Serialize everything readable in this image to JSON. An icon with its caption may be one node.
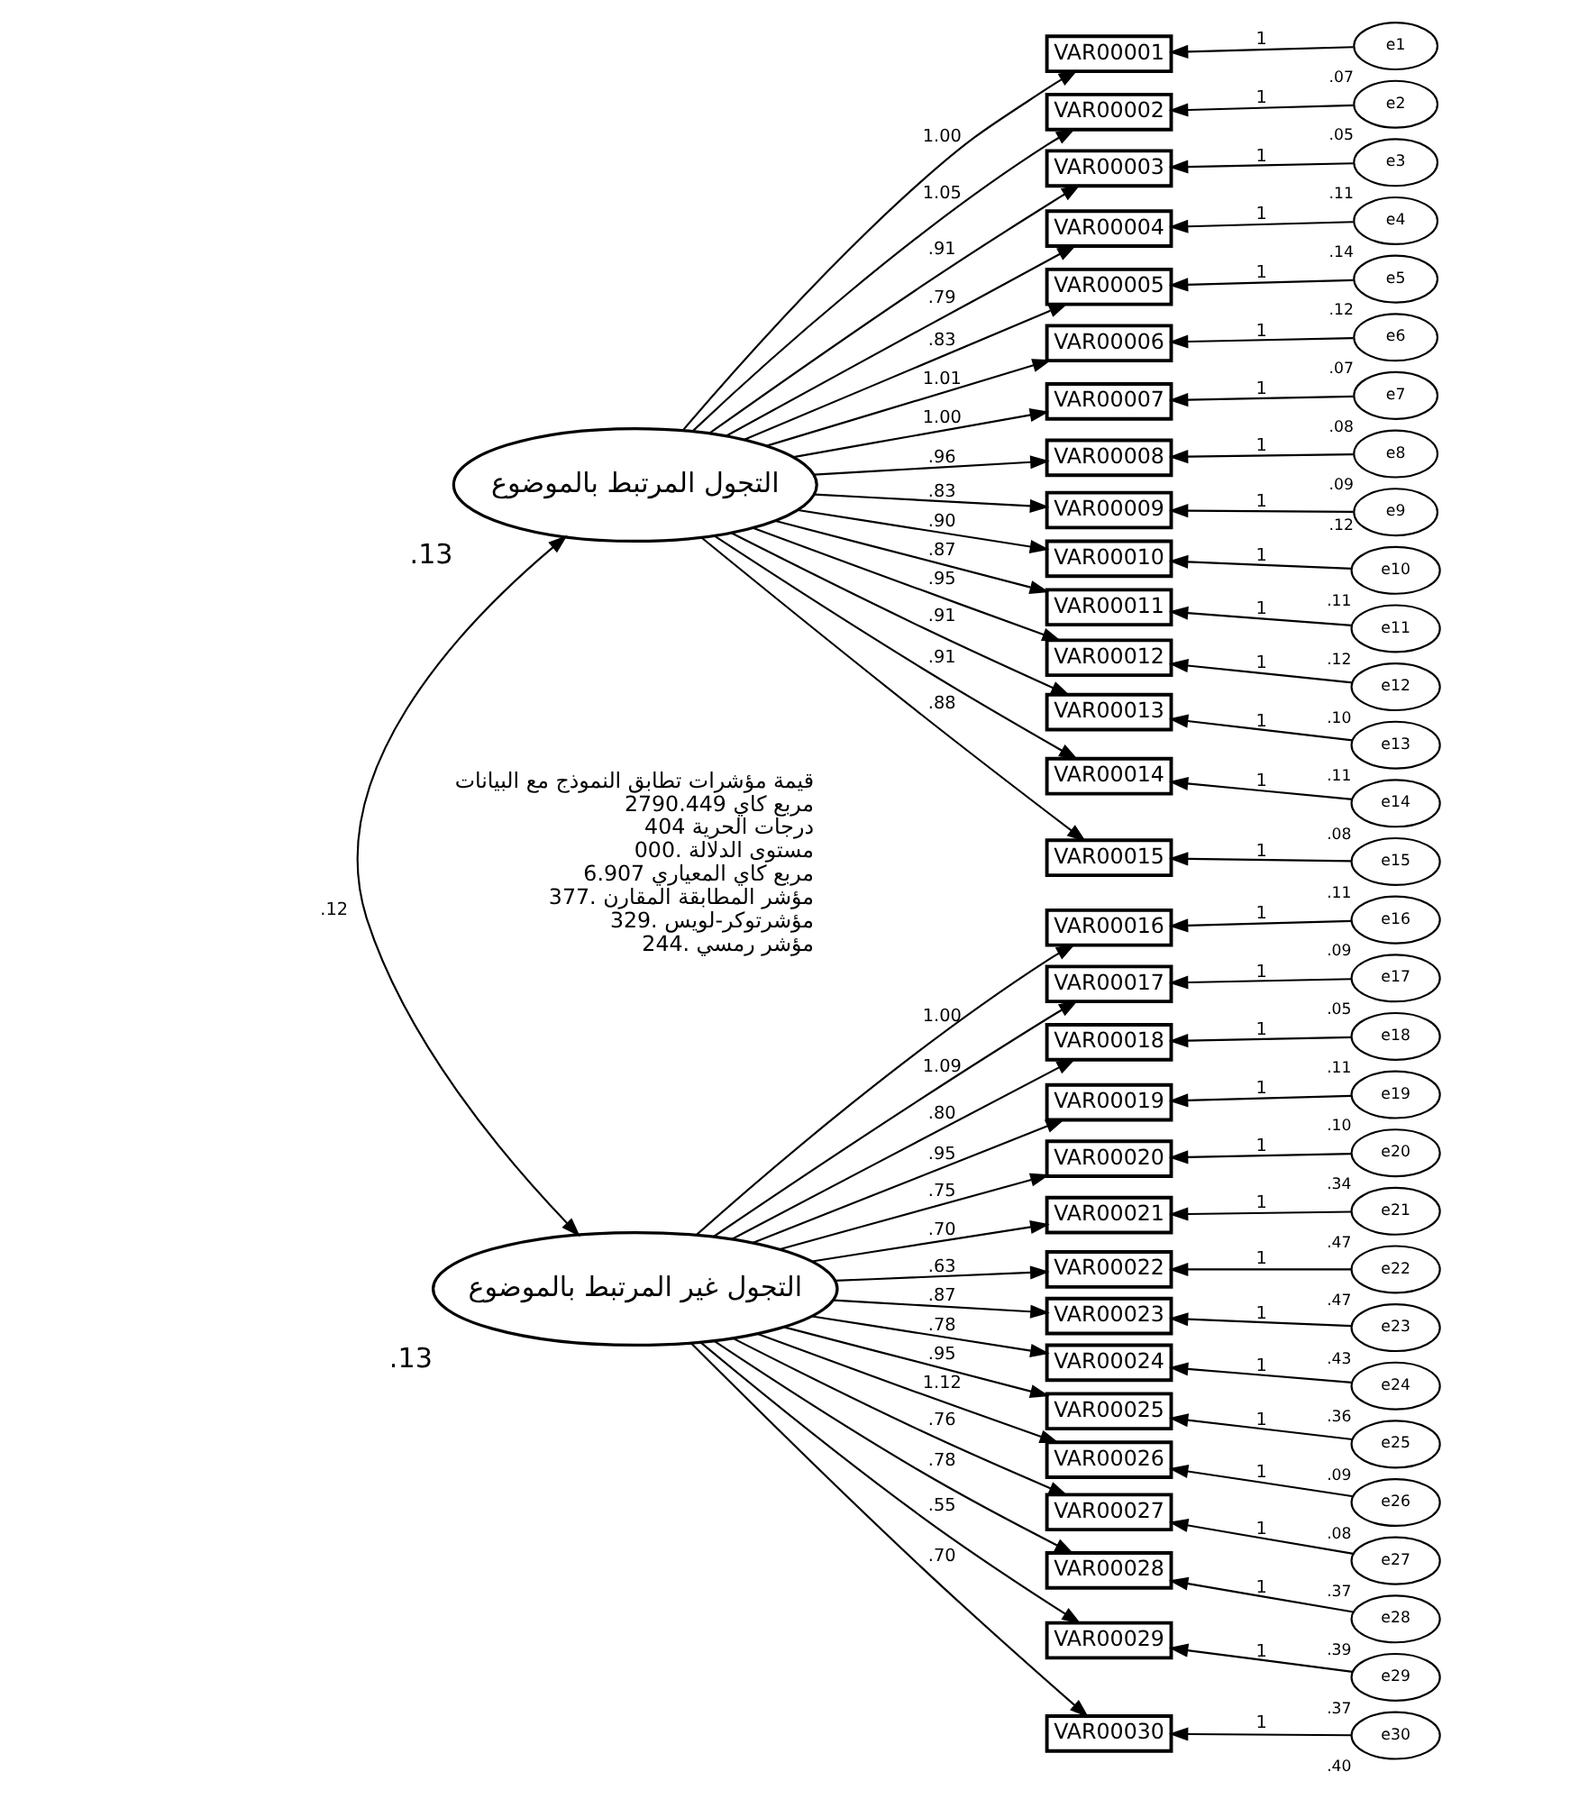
{
  "diagram": {
    "nodes": [
      {
        "text": [
          "التجول المرتبط بالموضوع"
        ],
        "beside": [
          ".13"
        ]
      },
      {
        "text": [
          "التجول غير المرتبط بالموضوع"
        ],
        "beside": [
          ".13"
        ]
      },
      {
        "text": [
          "VAR00001"
        ]
      },
      {
        "text": [
          "VAR00002"
        ]
      },
      {
        "text": [
          "VAR00003"
        ]
      },
      {
        "text": [
          "VAR00004"
        ]
      },
      {
        "text": [
          "VAR00005"
        ]
      },
      {
        "text": [
          "VAR00006"
        ]
      },
      {
        "text": [
          "VAR00007"
        ]
      },
      {
        "text": [
          "VAR00008"
        ]
      },
      {
        "text": [
          "VAR00009"
        ]
      },
      {
        "text": [
          "VAR00010"
        ]
      },
      {
        "text": [
          "VAR00011"
        ]
      },
      {
        "text": [
          "VAR00012"
        ]
      },
      {
        "text": [
          "VAR00013"
        ]
      },
      {
        "text": [
          "VAR00014"
        ]
      },
      {
        "text": [
          "VAR00015"
        ]
      },
      {
        "text": [
          "VAR00016"
        ]
      },
      {
        "text": [
          "VAR00017"
        ]
      },
      {
        "text": [
          "VAR00018"
        ]
      },
      {
        "text": [
          "VAR00019"
        ]
      },
      {
        "text": [
          "VAR00020"
        ]
      },
      {
        "text": [
          "VAR00021"
        ]
      },
      {
        "text": [
          "VAR00022"
        ]
      },
      {
        "text": [
          "VAR00023"
        ]
      },
      {
        "text": [
          "VAR00024"
        ]
      },
      {
        "text": [
          "VAR00025"
        ]
      },
      {
        "text": [
          "VAR00026"
        ]
      },
      {
        "text": [
          "VAR00027"
        ]
      },
      {
        "text": [
          "VAR00028"
        ]
      },
      {
        "text": [
          "VAR00029"
        ]
      },
      {
        "text": [
          "VAR00030"
        ]
      },
      {
        "text": [
          "e1"
        ],
        "beside": [
          ".07"
        ]
      },
      {
        "text": [
          "e2"
        ],
        "beside": [
          ".05"
        ]
      },
      {
        "text": [
          "e3"
        ],
        "beside": [
          ".11"
        ]
      },
      {
        "text": [
          "e4"
        ],
        "beside": [
          ".14"
        ]
      },
      {
        "text": [
          "e5"
        ],
        "beside": [
          ".12"
        ]
      },
      {
        "text": [
          "e6"
        ],
        "beside": [
          ".07"
        ]
      },
      {
        "text": [
          "e7"
        ],
        "beside": [
          ".08"
        ]
      },
      {
        "text": [
          "e8"
        ],
        "beside": [
          ".09"
        ]
      },
      {
        "text": [
          "e9"
        ],
        "beside": [
          ".12"
        ]
      },
      {
        "text": [
          "e10"
        ],
        "beside": [
          ".11"
        ]
      },
      {
        "text": [
          "e11"
        ],
        "beside": [
          ".12"
        ]
      },
      {
        "text": [
          "e12"
        ],
        "beside": [
          ".10"
        ]
      },
      {
        "text": [
          "e13"
        ],
        "beside": [
          ".11"
        ]
      },
      {
        "text": [
          "e14"
        ],
        "beside": [
          ".08"
        ]
      },
      {
        "text": [
          "e15"
        ],
        "beside": [
          ".11"
        ]
      },
      {
        "text": [
          "e16"
        ],
        "beside": [
          ".09"
        ]
      },
      {
        "text": [
          "e17"
        ],
        "beside": [
          ".05"
        ]
      },
      {
        "text": [
          "e18"
        ],
        "beside": [
          ".11"
        ]
      },
      {
        "text": [
          "e19"
        ],
        "beside": [
          ".10"
        ]
      },
      {
        "text": [
          "e20"
        ],
        "beside": [
          ".34"
        ]
      },
      {
        "text": [
          "e21"
        ],
        "beside": [
          ".47"
        ]
      },
      {
        "text": [
          "e22"
        ],
        "beside": [
          ".47"
        ]
      },
      {
        "text": [
          "e23"
        ],
        "beside": [
          ".43"
        ]
      },
      {
        "text": [
          "e24"
        ],
        "beside": [
          ".36"
        ]
      },
      {
        "text": [
          "e25"
        ],
        "beside": [
          ".09"
        ]
      },
      {
        "text": [
          "e26"
        ],
        "beside": [
          ".08"
        ]
      },
      {
        "text": [
          "e27"
        ],
        "beside": [
          ".37"
        ]
      },
      {
        "text": [
          "e28"
        ],
        "beside": [
          ".39"
        ]
      },
      {
        "text": [
          "e29"
        ],
        "beside": [
          ".37"
        ]
      },
      {
        "text": [
          "e30"
        ],
        "beside": [
          ".40"
        ]
      }
    ],
    "edges": [
      {
        "from": 0,
        "to": 1,
        "arrow": "both",
        "label": ".12"
      },
      {
        "from": 0,
        "to": 2,
        "arrow": "to",
        "label": "1.00"
      },
      {
        "from": 0,
        "to": 3,
        "arrow": "to",
        "label": "1.05"
      },
      {
        "from": 0,
        "to": 4,
        "arrow": "to",
        "label": ".91"
      },
      {
        "from": 0,
        "to": 5,
        "arrow": "to",
        "label": ".79"
      },
      {
        "from": 0,
        "to": 6,
        "arrow": "to",
        "label": ".83"
      },
      {
        "from": 0,
        "to": 7,
        "arrow": "to",
        "label": "1.01"
      },
      {
        "from": 0,
        "to": 8,
        "arrow": "to",
        "label": "1.00"
      },
      {
        "from": 0,
        "to": 9,
        "arrow": "to",
        "label": ".96"
      },
      {
        "from": 0,
        "to": 10,
        "arrow": "to",
        "label": ".83"
      },
      {
        "from": 0,
        "to": 11,
        "arrow": "to",
        "label": ".90"
      },
      {
        "from": 0,
        "to": 12,
        "arrow": "to",
        "label": ".87"
      },
      {
        "from": 0,
        "to": 13,
        "arrow": "to",
        "label": ".95"
      },
      {
        "from": 0,
        "to": 14,
        "arrow": "to",
        "label": ".91"
      },
      {
        "from": 0,
        "to": 15,
        "arrow": "to",
        "label": ".91"
      },
      {
        "from": 0,
        "to": 16,
        "arrow": "to",
        "label": ".88"
      },
      {
        "from": 1,
        "to": 17,
        "arrow": "to",
        "label": "1.00"
      },
      {
        "from": 1,
        "to": 18,
        "arrow": "to",
        "label": "1.09"
      },
      {
        "from": 1,
        "to": 19,
        "arrow": "to",
        "label": ".80"
      },
      {
        "from": 1,
        "to": 20,
        "arrow": "to",
        "label": ".95"
      },
      {
        "from": 1,
        "to": 21,
        "arrow": "to",
        "label": ".75"
      },
      {
        "from": 1,
        "to": 22,
        "arrow": "to",
        "label": ".70"
      },
      {
        "from": 1,
        "to": 23,
        "arrow": "to",
        "label": ".63"
      },
      {
        "from": 1,
        "to": 24,
        "arrow": "to",
        "label": ".87"
      },
      {
        "from": 1,
        "to": 25,
        "arrow": "to",
        "label": ".78"
      },
      {
        "from": 1,
        "to": 26,
        "arrow": "to",
        "label": ".95"
      },
      {
        "from": 1,
        "to": 27,
        "arrow": "to",
        "label": "1.12"
      },
      {
        "from": 1,
        "to": 28,
        "arrow": "to",
        "label": ".76"
      },
      {
        "from": 1,
        "to": 29,
        "arrow": "to",
        "label": ".78"
      },
      {
        "from": 1,
        "to": 30,
        "arrow": "to",
        "label": ".55"
      },
      {
        "from": 1,
        "to": 31,
        "arrow": "to",
        "label": ".70"
      },
      {
        "from": 32,
        "to": 2,
        "arrow": "to",
        "label": "1"
      },
      {
        "from": 33,
        "to": 3,
        "arrow": "to",
        "label": "1"
      },
      {
        "from": 34,
        "to": 4,
        "arrow": "to",
        "label": "1"
      },
      {
        "from": 35,
        "to": 5,
        "arrow": "to",
        "label": "1"
      },
      {
        "from": 36,
        "to": 6,
        "arrow": "to",
        "label": "1"
      },
      {
        "from": 37,
        "to": 7,
        "arrow": "to",
        "label": "1"
      },
      {
        "from": 38,
        "to": 8,
        "arrow": "to",
        "label": "1"
      },
      {
        "from": 39,
        "to": 9,
        "arrow": "to",
        "label": "1"
      },
      {
        "from": 40,
        "to": 10,
        "arrow": "to",
        "label": "1"
      },
      {
        "from": 41,
        "to": 11,
        "arrow": "to",
        "label": "1"
      },
      {
        "from": 42,
        "to": 12,
        "arrow": "to",
        "label": "1"
      },
      {
        "from": 43,
        "to": 13,
        "arrow": "to",
        "label": "1"
      },
      {
        "from": 44,
        "to": 14,
        "arrow": "to",
        "label": "1"
      },
      {
        "from": 45,
        "to": 15,
        "arrow": "to",
        "label": "1"
      },
      {
        "from": 46,
        "to": 16,
        "arrow": "to",
        "label": "1"
      },
      {
        "from": 47,
        "to": 17,
        "arrow": "to",
        "label": "1"
      },
      {
        "from": 48,
        "to": 18,
        "arrow": "to",
        "label": "1"
      },
      {
        "from": 49,
        "to": 19,
        "arrow": "to",
        "label": "1"
      },
      {
        "from": 50,
        "to": 20,
        "arrow": "to",
        "label": "1"
      },
      {
        "from": 51,
        "to": 21,
        "arrow": "to",
        "label": "1"
      },
      {
        "from": 52,
        "to": 22,
        "arrow": "to",
        "label": "1"
      },
      {
        "from": 53,
        "to": 23,
        "arrow": "to",
        "label": "1"
      },
      {
        "from": 54,
        "to": 24,
        "arrow": "to",
        "label": "1"
      },
      {
        "from": 55,
        "to": 25,
        "arrow": "to",
        "label": "1"
      },
      {
        "from": 56,
        "to": 26,
        "arrow": "to",
        "label": "1"
      },
      {
        "from": 57,
        "to": 27,
        "arrow": "to",
        "label": "1"
      },
      {
        "from": 58,
        "to": 28,
        "arrow": "to",
        "label": "1"
      },
      {
        "from": 59,
        "to": 29,
        "arrow": "to",
        "label": "1"
      },
      {
        "from": 60,
        "to": 30,
        "arrow": "to",
        "label": "1"
      },
      {
        "from": 61,
        "to": 31,
        "arrow": "to",
        "label": "1"
      }
    ],
    "labels": [
      "قيمة مؤشرات تطابق النموذج مع البيانات",
      "مربع كاي 2790.449",
      "درجات الحرية 404",
      "مستوى الدلالة .000",
      "مربع كاي المعياري 6.907",
      "مؤشر المطابقة المقارن .377",
      "مؤشرتوكر-لويس .329",
      "مؤشر رمسي .244"
    ]
  }
}
